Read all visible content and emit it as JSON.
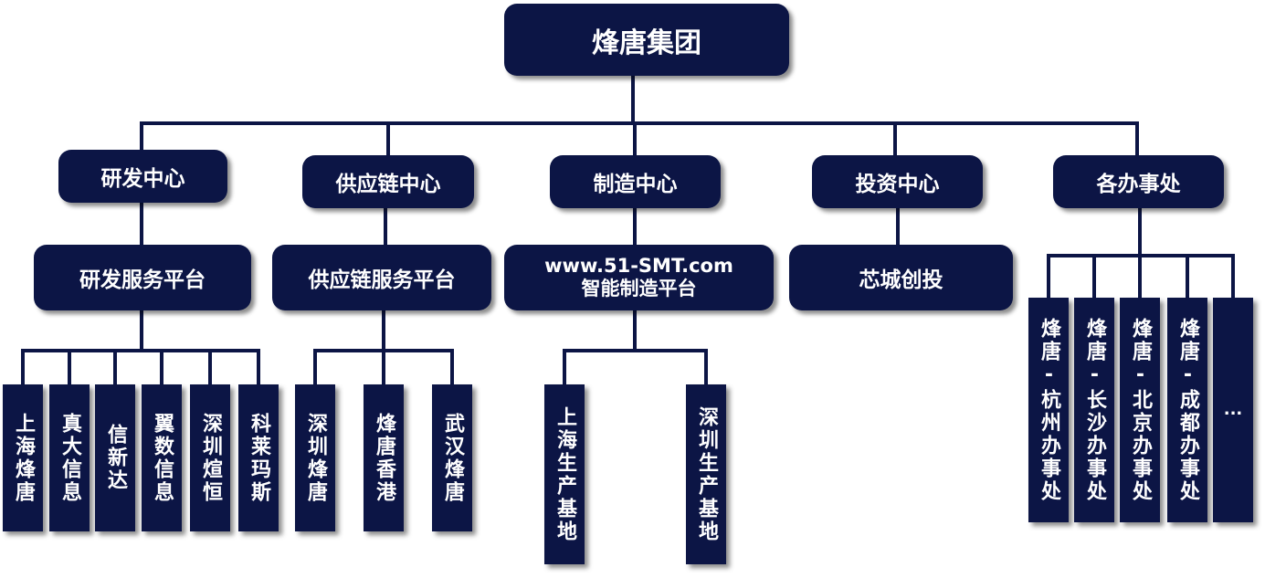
{
  "root": {
    "label": "烽唐集团"
  },
  "centers": [
    {
      "label": "研发中心"
    },
    {
      "label": "供应链中心"
    },
    {
      "label": "制造中心"
    },
    {
      "label": "投资中心"
    },
    {
      "label": "各办事处"
    }
  ],
  "platforms": [
    {
      "label": "研发服务平台"
    },
    {
      "label": "供应链服务平台"
    },
    {
      "line1": "www.51-SMT.com",
      "line2": "智能制造平台"
    },
    {
      "label": "芯城创投"
    }
  ],
  "rd_units": [
    {
      "label": "上海烽唐"
    },
    {
      "label": "真大信息"
    },
    {
      "label": "信新达"
    },
    {
      "label": "翼数信息"
    },
    {
      "label": "深圳煊恒"
    },
    {
      "label": "科莱玛斯"
    }
  ],
  "supply_units": [
    {
      "label": "深圳烽唐"
    },
    {
      "label": "烽唐香港"
    },
    {
      "label": "武汉烽唐"
    }
  ],
  "mfg_units": [
    {
      "label": "上海生产基地"
    },
    {
      "label": "深圳生产基地"
    }
  ],
  "offices": [
    {
      "label": "烽唐-杭州办事处"
    },
    {
      "label": "烽唐-长沙办事处"
    },
    {
      "label": "烽唐-北京办事处"
    },
    {
      "label": "烽唐-成都办事处"
    },
    {
      "label": "..."
    }
  ],
  "colors": {
    "box": "#0c1545",
    "text": "#ffffff",
    "line": "#0c1545"
  }
}
